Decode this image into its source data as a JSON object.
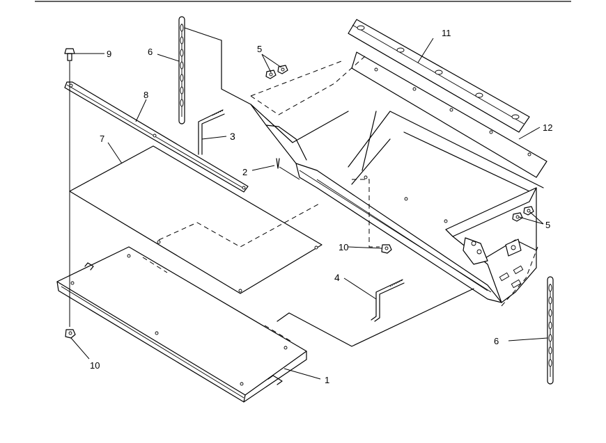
{
  "callouts": {
    "c1": "1",
    "c2": "2",
    "c3": "3",
    "c4": "4",
    "c5a": "5",
    "c5b": "5",
    "c6a": "6",
    "c6b": "6",
    "c7": "7",
    "c8": "8",
    "c9": "9",
    "c10a": "10",
    "c10b": "10",
    "c11": "11",
    "c12": "12"
  }
}
